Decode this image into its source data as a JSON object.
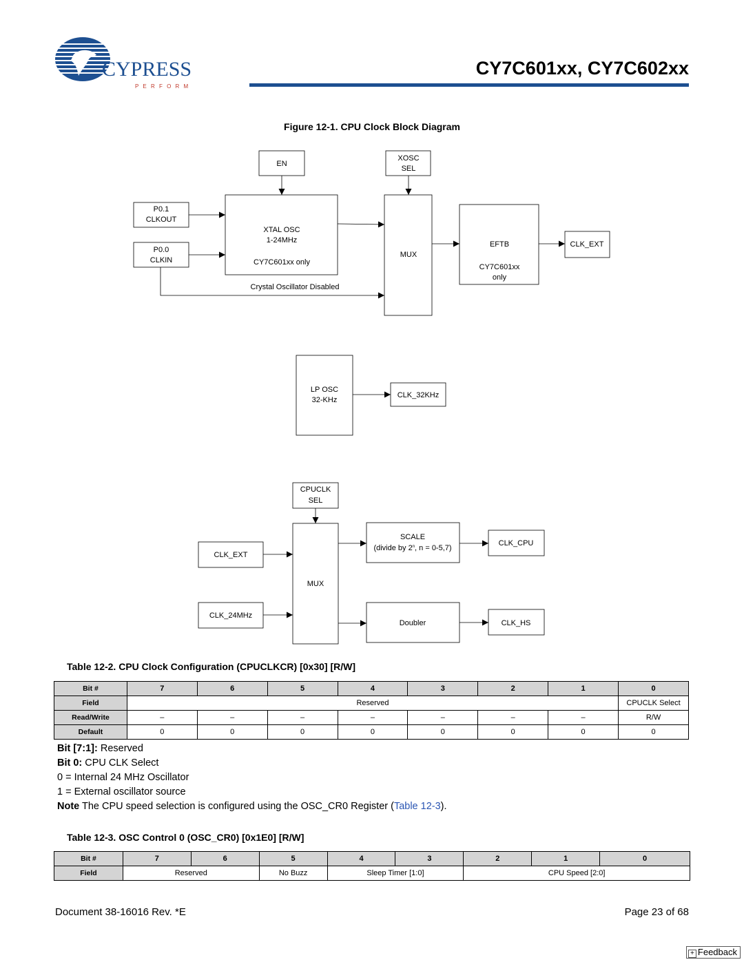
{
  "header": {
    "brand": "CYPRESS",
    "tagline": "P E R F O R M",
    "title": "CY7C601xx, CY7C602xx"
  },
  "figure": {
    "caption": "Figure 12-1.  CPU Clock Block Diagram",
    "labels": {
      "en": "EN",
      "xosc1": "XOSC",
      "xosc2": "SEL",
      "p01a": "P0.1",
      "p01b": "CLKOUT",
      "p00a": "P0.0",
      "p00b": "CLKIN",
      "xtal1": "XTAL OSC",
      "xtal2": "1-24MHz",
      "xtal3": "CY7C601xx only",
      "mux1": "MUX",
      "eftb1": "EFTB",
      "eftb2": "CY7C601xx",
      "eftb3": "only",
      "clkext1": "CLK_EXT",
      "xdis": "Crystal Oscillator Disabled",
      "lp1": "LP OSC",
      "lp2": "32-KHz",
      "clk32": "CLK_32KHz",
      "cpuclk1": "CPUCLK",
      "cpuclk2": "SEL",
      "clkext2": "CLK_EXT",
      "clk24": "CLK_24MHz",
      "mux2": "MUX",
      "scale1": "SCALE",
      "scale2a": "(divide by 2",
      "scale2sup": "n",
      "scale2b": ", n = 0-5,7)",
      "clkcpu": "CLK_CPU",
      "doubler": "Doubler",
      "clkhs": "CLK_HS"
    }
  },
  "table1": {
    "caption": "Table 12-2.  CPU Clock Configuration (CPUCLKCR) [0x30] [R/W]",
    "row_labels": [
      "Bit #",
      "Field",
      "Read/Write",
      "Default"
    ],
    "bits": [
      "7",
      "6",
      "5",
      "4",
      "3",
      "2",
      "1",
      "0"
    ],
    "field_reserved": "Reserved",
    "field_bit0": "CPUCLK Select",
    "rw": [
      "–",
      "–",
      "–",
      "–",
      "–",
      "–",
      "–",
      "R/W"
    ],
    "defaults": [
      "0",
      "0",
      "0",
      "0",
      "0",
      "0",
      "0",
      "0"
    ]
  },
  "description": {
    "bit71_label": "Bit [7:1]:",
    "bit71_text": " Reserved",
    "bit0_label": "Bit 0:",
    "bit0_text": " CPU CLK Select",
    "opt0": "0 = Internal 24 MHz Oscillator",
    "opt1": "1 = External oscillator source",
    "note_label": "Note",
    "note_text": " The CPU speed selection is configured using the OSC_CR0 Register (",
    "note_link": "Table 12-3",
    "note_end": ")."
  },
  "table2": {
    "caption": "Table 12-3.  OSC Control 0 (OSC_CR0) [0x1E0] [R/W]",
    "row_labels": [
      "Bit #",
      "Field"
    ],
    "bits": [
      "7",
      "6",
      "5",
      "4",
      "3",
      "2",
      "1",
      "0"
    ],
    "fields": [
      "Reserved",
      "No Buzz",
      "Sleep Timer [1:0]",
      "CPU Speed [2:0]"
    ]
  },
  "footer": {
    "document": "Document 38-16016 Rev. *E",
    "page": "Page 23 of 68",
    "feedback": "Feedback",
    "feedback_icon": "plus-icon"
  },
  "colors": {
    "brand_blue": "#1d4f91",
    "accent_red": "#c0392b",
    "link_blue": "#2a55b3",
    "table_header_gray": "#d4d4d4"
  }
}
